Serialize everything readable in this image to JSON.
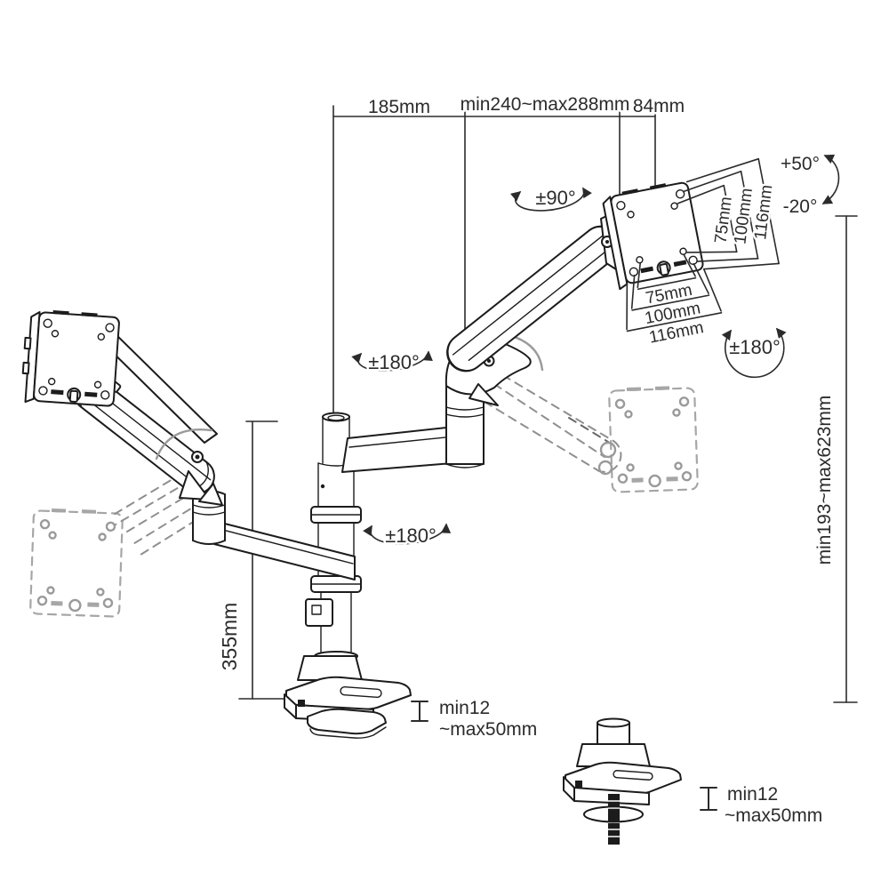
{
  "labels": {
    "arm_reach": "185mm",
    "extension_range": "min240~max288mm",
    "mount_depth": "84mm",
    "tilt_up": "+50°",
    "tilt_down": "-20°",
    "swivel": "±90°",
    "rotate_upper_arm": "±180°",
    "rotate_lower_arm": "±180°",
    "rotate_monitor": "±180°",
    "height_range": "min193~max623mm",
    "pole_height": "355mm",
    "vesa_vertical": [
      "75mm",
      "100mm",
      "116mm"
    ],
    "vesa_horizontal": [
      "75mm",
      "100mm",
      "116mm"
    ],
    "clamp_gap": {
      "line1": "min12",
      "line2": "~max50mm"
    },
    "grommet_gap": {
      "line1": "min12",
      "line2": "~max50mm"
    }
  },
  "colors": {
    "line": "#1c1c1c",
    "dimension": "#2b2b2b",
    "ghost": "#a6a6a6",
    "background": "#ffffff"
  }
}
